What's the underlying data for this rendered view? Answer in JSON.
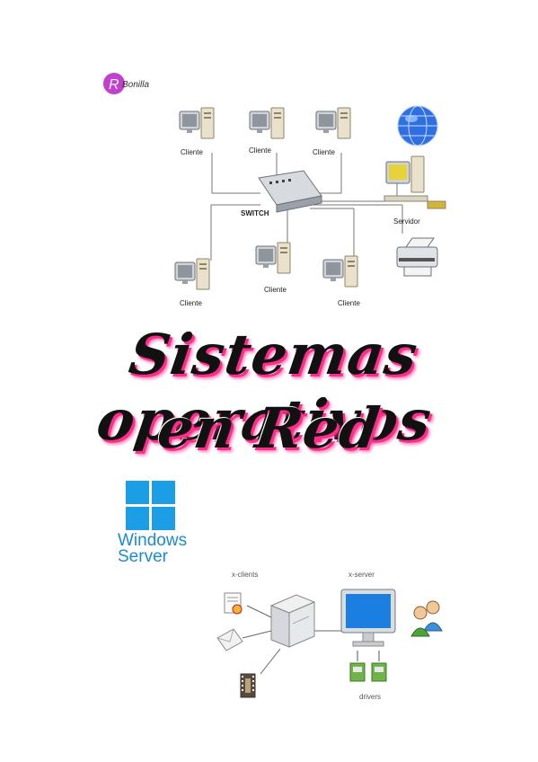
{
  "brand": {
    "initial": "R",
    "name": "Bonilla"
  },
  "network_diagram": {
    "switch_label": "SWITCH",
    "client_label": "Cliente",
    "server_label": "Servidor"
  },
  "title": {
    "line1": "Sistemas operativos",
    "line2": "en Red"
  },
  "windows_logo": {
    "line1": "Windows",
    "line2": "Server"
  },
  "xwindow_diagram": {
    "clients_label": "x-clients",
    "server_label": "x-server",
    "drivers_label": "drivers"
  },
  "colors": {
    "accent_pink": "#ff2d8a",
    "windows_blue": "#1b8ad6"
  }
}
